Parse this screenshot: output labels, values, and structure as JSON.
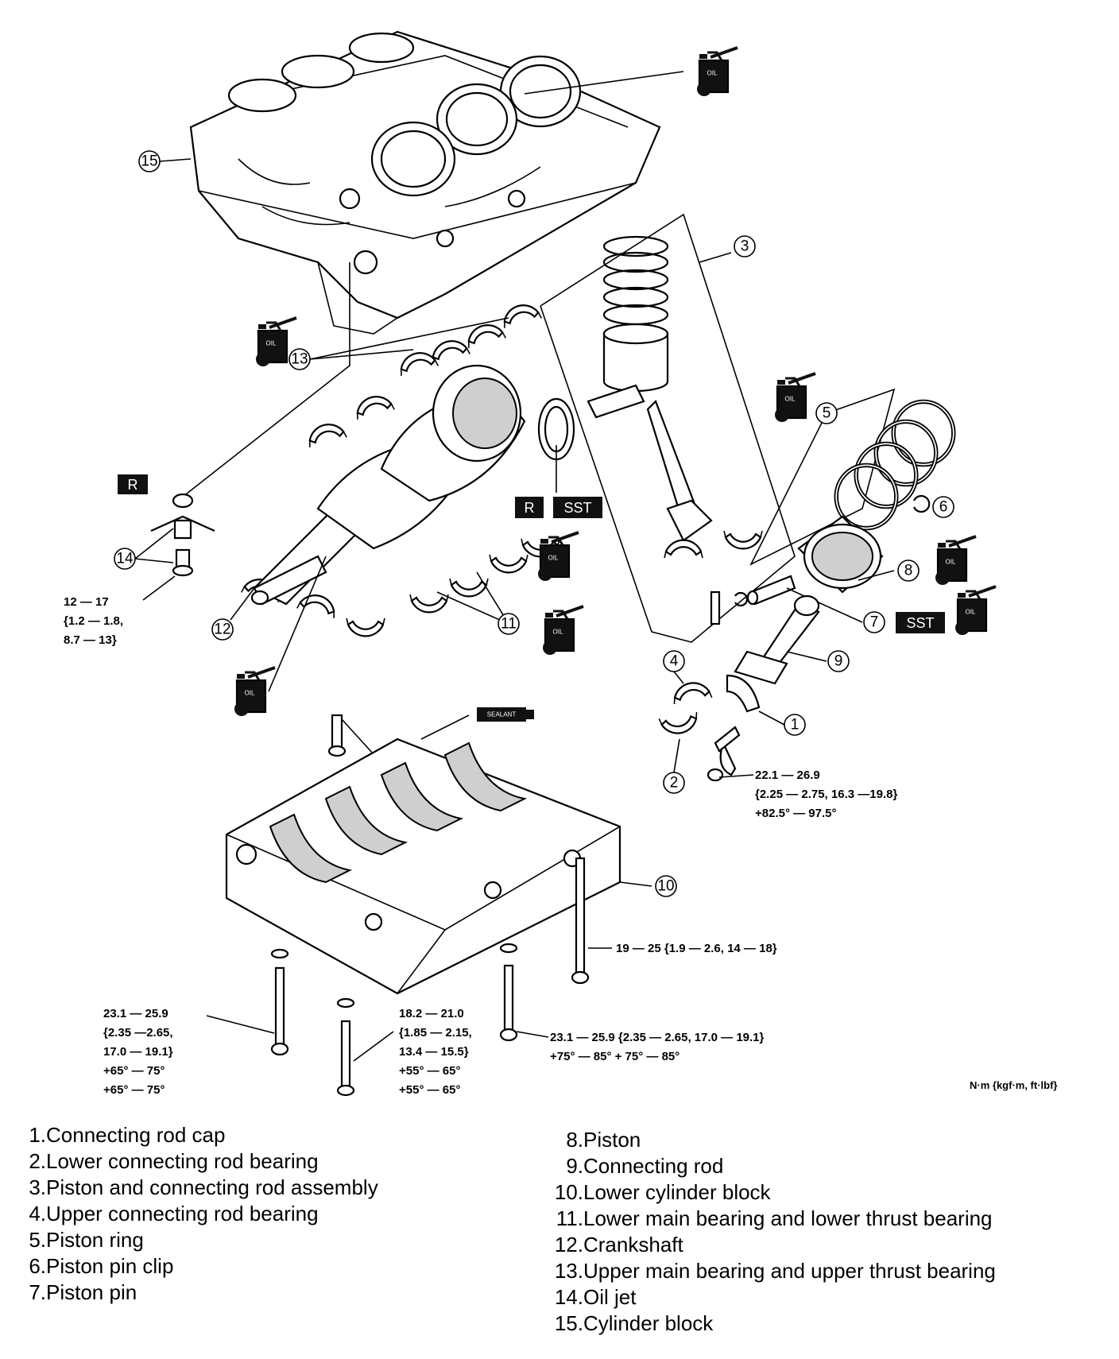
{
  "callouts": {
    "c1": "1",
    "c2": "2",
    "c3": "3",
    "c4": "4",
    "c5": "5",
    "c6": "6",
    "c7": "7",
    "c8": "8",
    "c9": "9",
    "c10": "10",
    "c11": "11",
    "c12": "12",
    "c13": "13",
    "c14": "14",
    "c15": "15"
  },
  "tags": {
    "oil": "OIL",
    "sealant": "SEALANT",
    "replace": "R",
    "sst": "SST"
  },
  "torque": {
    "oil_jet": [
      "12 — 17",
      "{1.2 — 1.8,",
      "8.7 — 13}"
    ],
    "rod_cap": [
      "22.1 — 26.9",
      "{2.25 — 2.75, 16.3 —19.8}",
      "+82.5° — 97.5°"
    ],
    "block_side": [
      "19 — 25 {1.9 — 2.6, 14 — 18}"
    ],
    "main_left": [
      "23.1 — 25.9",
      "{2.35 —2.65,",
      "17.0 — 19.1}",
      "+65° — 75°",
      "+65° — 75°"
    ],
    "main_mid": [
      "18.2 — 21.0",
      "{1.85 — 2.15,",
      "13.4 — 15.5}",
      "+55° — 65°",
      "+55° — 65°"
    ],
    "main_right": [
      "23.1 — 25.9 {2.35 — 2.65, 17.0 — 19.1}",
      "+75° — 85° + 75° — 85°"
    ]
  },
  "units": "N·m {kgf·m, ft·lbf}",
  "legend": [
    {
      "num": "1.",
      "label": "Connecting rod cap"
    },
    {
      "num": "2.",
      "label": "Lower connecting rod bearing"
    },
    {
      "num": "3.",
      "label": "Piston and connecting rod assembly"
    },
    {
      "num": "4.",
      "label": "Upper connecting rod bearing"
    },
    {
      "num": "5.",
      "label": "Piston ring"
    },
    {
      "num": "6.",
      "label": "Piston pin clip"
    },
    {
      "num": "7.",
      "label": "Piston pin"
    },
    {
      "num": "8.",
      "label": "Piston"
    },
    {
      "num": "9.",
      "label": "Connecting rod"
    },
    {
      "num": "10.",
      "label": "Lower cylinder block"
    },
    {
      "num": "11.",
      "label": "Lower main bearing and lower thrust bearing"
    },
    {
      "num": "12.",
      "label": "Crankshaft"
    },
    {
      "num": "13.",
      "label": "Upper main bearing and upper thrust bearing"
    },
    {
      "num": "14.",
      "label": "Oil jet"
    },
    {
      "num": "15.",
      "label": "Cylinder block"
    }
  ]
}
